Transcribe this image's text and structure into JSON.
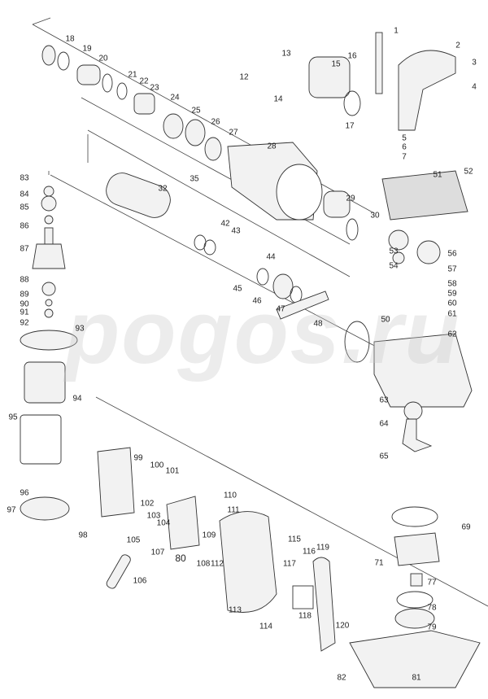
{
  "watermark": "pogos.ru",
  "part_labels": [
    "1",
    "2",
    "3",
    "4",
    "5",
    "6",
    "7",
    "12",
    "13",
    "14",
    "15",
    "16",
    "17",
    "18",
    "19",
    "20",
    "21",
    "22",
    "23",
    "24",
    "25",
    "26",
    "27",
    "28",
    "29",
    "30",
    "32",
    "35",
    "42",
    "43",
    "44",
    "45",
    "46",
    "47",
    "48",
    "50",
    "51",
    "52",
    "53",
    "54",
    "56",
    "57",
    "58",
    "59",
    "60",
    "61",
    "62",
    "63",
    "64",
    "65",
    "69",
    "71",
    "77",
    "78",
    "79",
    "80",
    "81",
    "82",
    "83",
    "84",
    "85",
    "86",
    "87",
    "88",
    "89",
    "90",
    "91",
    "92",
    "93",
    "94",
    "95",
    "96",
    "97",
    "98",
    "99",
    "100",
    "101",
    "102",
    "103",
    "104",
    "105",
    "106",
    "107",
    "108",
    "109",
    "110",
    "111",
    "112",
    "113",
    "114",
    "115",
    "116",
    "117",
    "118",
    "119",
    "120"
  ],
  "colors": {
    "line": "#333333",
    "part_fill": "#f2f2f2",
    "part_shade": "#bfbfbf"
  }
}
